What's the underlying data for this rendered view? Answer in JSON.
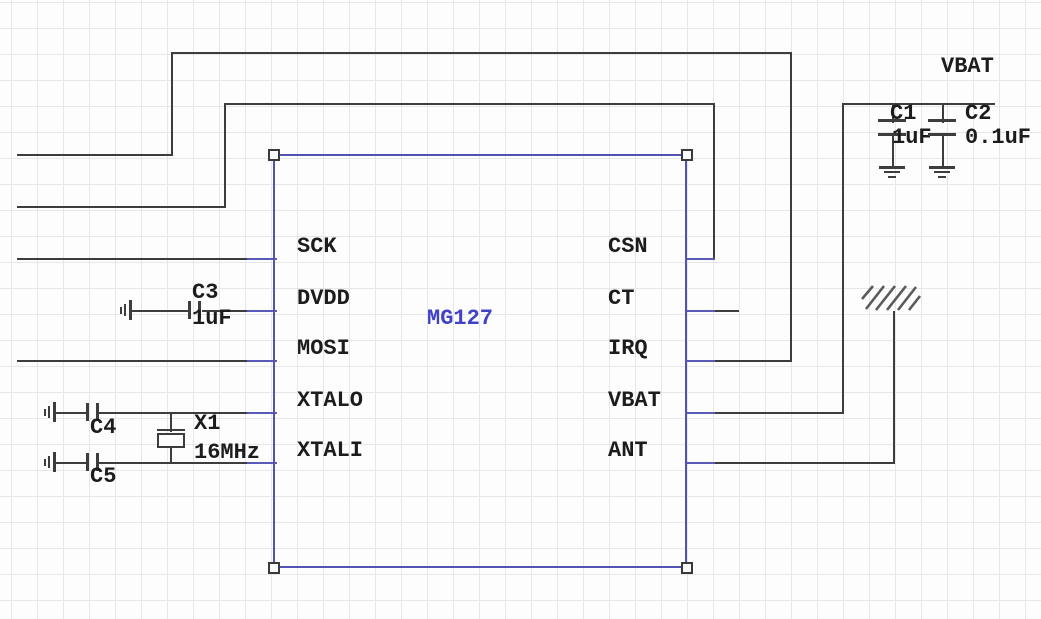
{
  "schematic": {
    "chip": {
      "name": "MG127",
      "left_pins": [
        "SCK",
        "DVDD",
        "MOSI",
        "XTALO",
        "XTALI"
      ],
      "right_pins": [
        "CSN",
        "CT",
        "IRQ",
        "VBAT",
        "ANT"
      ]
    },
    "power_rail": {
      "label": "VBAT"
    },
    "components": {
      "c1": {
        "ref": "C1",
        "value": "1uF"
      },
      "c2": {
        "ref": "C2",
        "value": "0.1uF"
      },
      "c3": {
        "ref": "C3",
        "value": "1uF"
      },
      "c4": {
        "ref": "C4"
      },
      "c5": {
        "ref": "C5"
      },
      "x1": {
        "ref": "X1",
        "value": "16MHz"
      }
    },
    "colors": {
      "wire": "#3d3d3d",
      "pin_stub": "#5a5ab8",
      "chip_outline": "#5252b2",
      "chip_name_text": "#4242c6",
      "text": "#1c1c1c"
    },
    "wires": [
      [
        17,
        154,
        171,
        154,
        "k"
      ],
      [
        171,
        52,
        171,
        154,
        "k"
      ],
      [
        171,
        52,
        790,
        52,
        "k"
      ],
      [
        790,
        52,
        790,
        360,
        "k"
      ],
      [
        713,
        360,
        790,
        360,
        "k"
      ],
      [
        17,
        206,
        224,
        206,
        "k"
      ],
      [
        224,
        103,
        224,
        206,
        "k"
      ],
      [
        224,
        103,
        713,
        103,
        "k"
      ],
      [
        713,
        103,
        713,
        258,
        "k"
      ],
      [
        17,
        258,
        248,
        258,
        "k"
      ],
      [
        132,
        310,
        188,
        310,
        "k"
      ],
      [
        202,
        310,
        248,
        310,
        "k"
      ],
      [
        17,
        360,
        248,
        360,
        "k"
      ],
      [
        56,
        412,
        86,
        412,
        "k"
      ],
      [
        98,
        412,
        248,
        412,
        "k"
      ],
      [
        170,
        412,
        170,
        430,
        "k"
      ],
      [
        170,
        447,
        170,
        462,
        "k"
      ],
      [
        56,
        462,
        86,
        462,
        "k"
      ],
      [
        98,
        462,
        248,
        462,
        "k"
      ],
      [
        713,
        310,
        737,
        310,
        "k"
      ],
      [
        713,
        412,
        842,
        412,
        "k"
      ],
      [
        842,
        103,
        842,
        412,
        "k"
      ],
      [
        842,
        103,
        993,
        103,
        "k"
      ],
      [
        892,
        103,
        892,
        121,
        "k"
      ],
      [
        892,
        136,
        892,
        167,
        "k"
      ],
      [
        942,
        103,
        942,
        121,
        "k"
      ],
      [
        942,
        136,
        942,
        167,
        "k"
      ],
      [
        713,
        462,
        893,
        462,
        "k"
      ],
      [
        893,
        311,
        893,
        462,
        "k"
      ],
      [
        247,
        258,
        275,
        258,
        "b"
      ],
      [
        247,
        310,
        275,
        310,
        "b"
      ],
      [
        247,
        360,
        275,
        360,
        "b"
      ],
      [
        247,
        412,
        275,
        412,
        "b"
      ],
      [
        247,
        462,
        275,
        462,
        "b"
      ],
      [
        685,
        258,
        713,
        258,
        "b"
      ],
      [
        685,
        310,
        713,
        310,
        "b"
      ],
      [
        685,
        360,
        713,
        360,
        "b"
      ],
      [
        685,
        412,
        713,
        412,
        "b"
      ],
      [
        685,
        462,
        713,
        462,
        "b"
      ]
    ]
  }
}
